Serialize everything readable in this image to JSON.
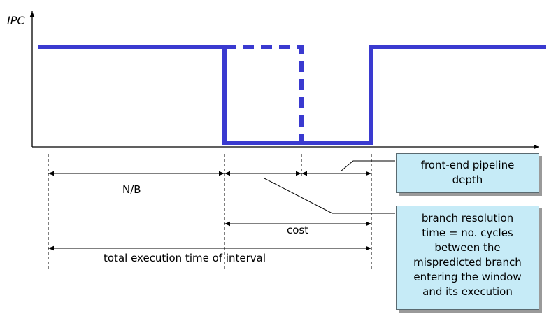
{
  "axis": {
    "y_label": "IPC"
  },
  "labels": {
    "nb": "N/B",
    "cost": "cost",
    "total": "total execution time of interval"
  },
  "callouts": {
    "frontend": [
      "front-end pipeline",
      "depth"
    ],
    "branch": [
      "branch resolution",
      "time = no. cycles",
      "between the",
      "mispredicted branch",
      "entering the window",
      "and its execution"
    ]
  },
  "colors": {
    "signal": "#3a3ad0",
    "callout_fill": "#c6ebf7",
    "line": "#000000"
  }
}
